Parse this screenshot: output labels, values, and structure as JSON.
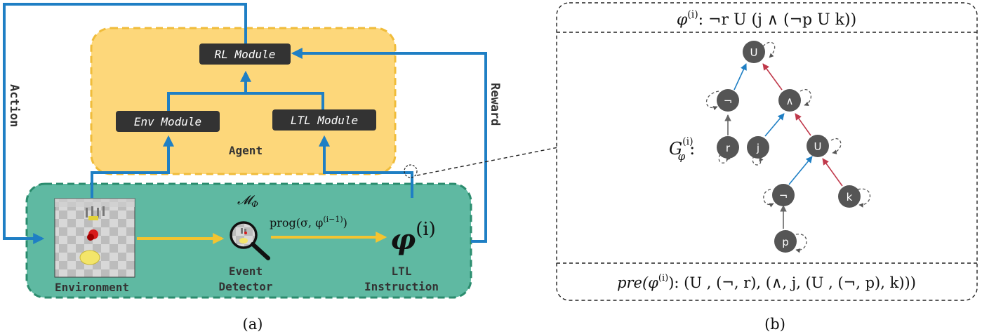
{
  "panel_a": {
    "caption": "(a)",
    "agent": {
      "label": "Agent",
      "rl_module": "RL Module",
      "env_module": "Env Module",
      "ltl_module": "LTL Module"
    },
    "environment_box": {
      "label": "𝓜",
      "label_subscript": "Φ",
      "environment_label": "Environment",
      "event_detector_label_1": "Event",
      "event_detector_label_2": "Detector",
      "ltl_instruction_label_1": "LTL",
      "ltl_instruction_label_2": "Instruction",
      "progression_text": "prog(σ, φ",
      "progression_sup": "(i−1)",
      "progression_close": ")",
      "phi": "φ",
      "phi_sup": "(i)"
    },
    "action_label": "Action",
    "reward_label": "Reward",
    "colors": {
      "agent_fill": "#fdd77a",
      "agent_border": "#f0bc3a",
      "env_fill": "#5fb9a2",
      "env_border": "#2b8c6e",
      "arrow_blue": "#1f7fc4",
      "arrow_yellow": "#f4c430",
      "module_fill": "#333333"
    }
  },
  "panel_b": {
    "caption": "(b)",
    "formula_prefix": "φ",
    "formula_sup": "(i)",
    "formula_body": ": ¬r U (j ∧ (¬p U k))",
    "graph_label": "G",
    "graph_label_sub": "φ",
    "graph_label_sup": "(i)",
    "graph_label_colon": ":",
    "pre_prefix": "pre(φ",
    "pre_sup": "(i)",
    "pre_body": "): (U , (¬, r), (∧, j, (U , (¬, p), k)))",
    "nodes": {
      "root_until": "U",
      "not_r": "¬",
      "and": "∧",
      "r": "r",
      "j": "j",
      "inner_until": "U",
      "not_p": "¬",
      "k": "k",
      "p": "p"
    },
    "colors": {
      "node_fill": "#555555",
      "edge_blue": "#1f7fc4",
      "edge_red": "#c0394b",
      "edge_gray": "#666666"
    }
  }
}
